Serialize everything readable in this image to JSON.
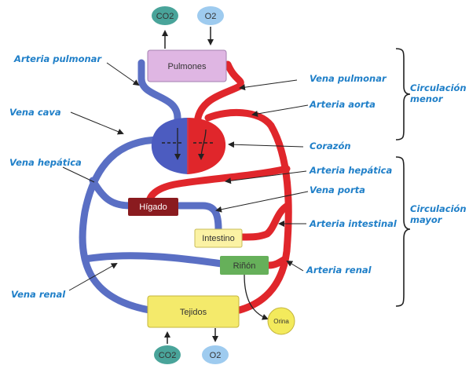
{
  "colors": {
    "venous": "#5a6fc4",
    "arterial": "#e0262b",
    "label": "#1f7fc8",
    "lung_box": "#dfb6e3",
    "liver_box": "#8a1b1f",
    "intestine_box": "#fbf2a4",
    "kidney_box": "#66b05a",
    "tissue_box": "#f4ea6b",
    "co2_circle": "#49a49a",
    "o2_circle": "#9ecbef",
    "urine_circle": "#f3ea5c"
  },
  "gases": {
    "top_co2": "CO2",
    "top_o2": "O2",
    "bottom_co2": "CO2",
    "bottom_o2": "O2"
  },
  "organs": {
    "lungs": "Pulmones",
    "liver": "Hígado",
    "intestine": "Intestino",
    "kidney": "Riñón",
    "tissues": "Tejidos",
    "urine": "Orina"
  },
  "labels": {
    "pulmonary_artery": "Arteria pulmonar",
    "vena_cava": "Vena cava",
    "hepatic_vein": "Vena hepática",
    "renal_vein": "Vena renal",
    "pulmonary_vein": "Vena pulmonar",
    "aorta": "Arteria aorta",
    "heart": "Corazón",
    "hepatic_artery": "Arteria hepática",
    "portal_vein": "Vena porta",
    "intestinal_artery": "Arteria intestinal",
    "renal_artery": "Arteria renal"
  },
  "circulations": {
    "minor_line1": "Circulación",
    "minor_line2": "menor",
    "major_line1": "Circulación",
    "major_line2": "mayor"
  }
}
